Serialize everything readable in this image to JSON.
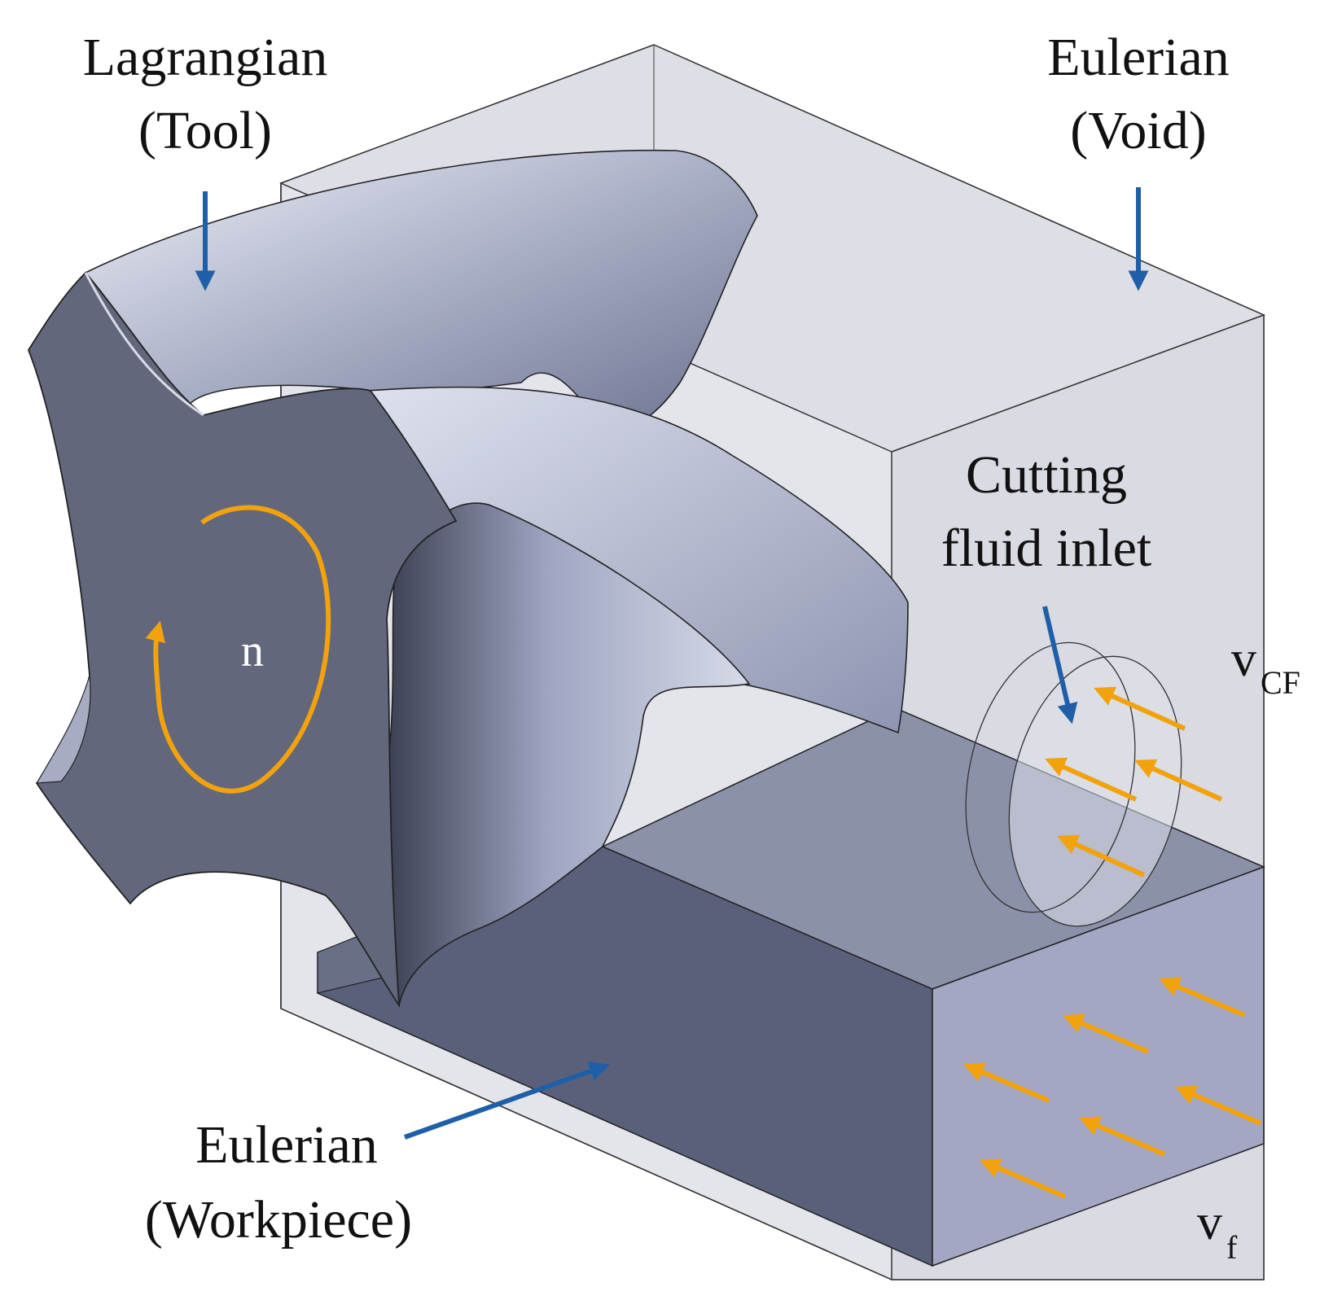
{
  "labels": {
    "tool_line1": "Lagrangian",
    "tool_line2": "(Tool)",
    "void_line1": "Eulerian",
    "void_line2": "(Void)",
    "workpiece_line1": "Eulerian",
    "workpiece_line2": "(Workpiece)",
    "inlet_line1": "Cutting",
    "inlet_line2": "fluid inlet",
    "rotation": "n",
    "vcf_main": "v",
    "vcf_sub": "CF",
    "vf_main": "v",
    "vf_sub": "f"
  },
  "colors": {
    "pointer_arrow": "#1f5fa8",
    "flow_arrow": "#f2a20c",
    "tool_face": "#62677c",
    "tool_highlight": "#c9cede",
    "workpiece_top": "#8c91aa",
    "workpiece_front": "#5b607a",
    "workpiece_end": "#a3a7c4",
    "void_box": "#e3e4e8"
  },
  "icons": {
    "pointer": "down-arrow-icon",
    "flow": "flow-arrow-icon",
    "rotation": "rotation-circle-icon"
  }
}
